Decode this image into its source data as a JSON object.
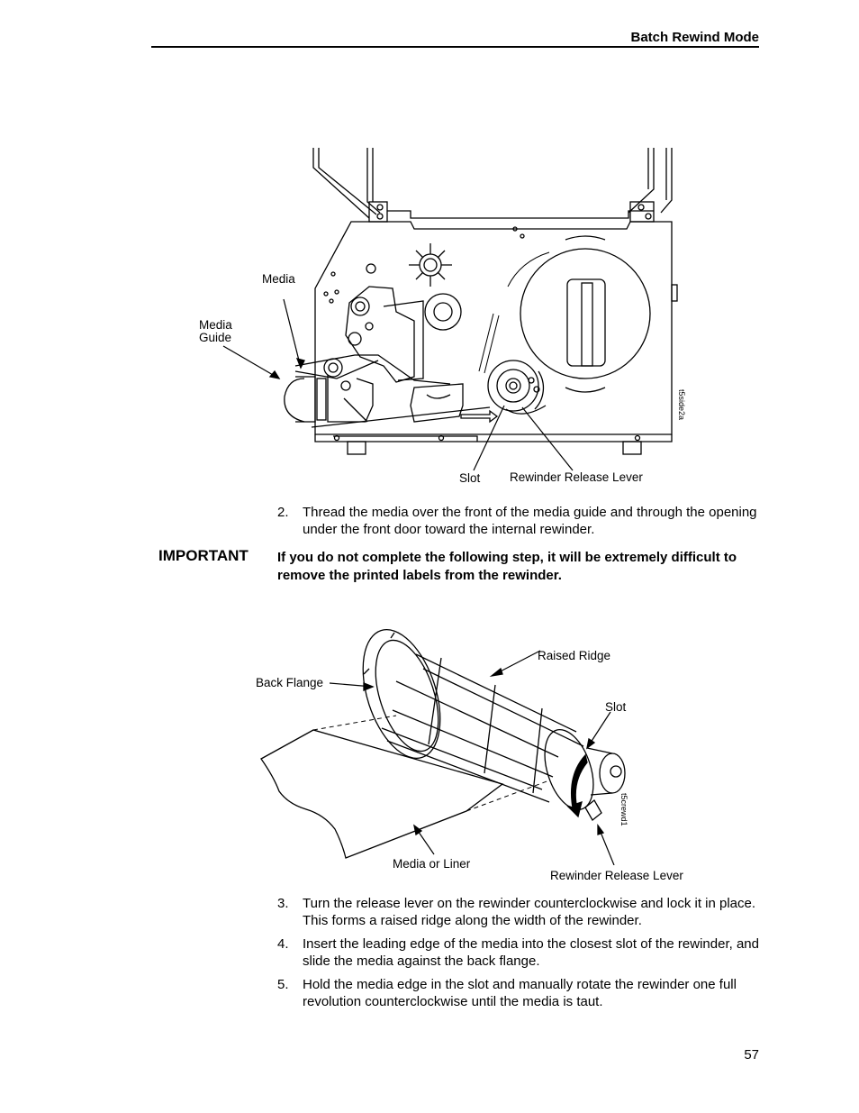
{
  "header": {
    "title": "Batch Rewind Mode"
  },
  "figure1": {
    "labels": {
      "media": "Media",
      "media_guide_line1": "Media",
      "media_guide_line2": "Guide",
      "slot": "Slot",
      "rewinder_release_lever": "Rewinder Release Lever"
    },
    "code": "t5side2a"
  },
  "steps": [
    {
      "num": "2.",
      "text": "Thread the media over the front of the media guide and through the opening under the front door toward the internal rewinder."
    },
    {
      "num": "3.",
      "text": "Turn the release lever on the rewinder counterclockwise and lock it in place. This forms a raised ridge along the width of the rewinder."
    },
    {
      "num": "4.",
      "text": "Insert the leading edge of the media into the closest slot of the rewinder, and slide the media against the back flange."
    },
    {
      "num": "5.",
      "text": "Hold the media edge in the slot and manually rotate the rewinder one full revolution counterclockwise until the media is taut."
    }
  ],
  "important": {
    "label": "IMPORTANT",
    "text": "If you do not complete the following step, it will be extremely difficult to remove the printed labels from the rewinder."
  },
  "figure2": {
    "labels": {
      "raised_ridge": "Raised Ridge",
      "back_flange": "Back Flange",
      "slot": "Slot",
      "media_or_liner": "Media or Liner",
      "rewinder_release_lever": "Rewinder Release Lever"
    },
    "code": "t5crewd1"
  },
  "footer": {
    "page_number": "57"
  }
}
